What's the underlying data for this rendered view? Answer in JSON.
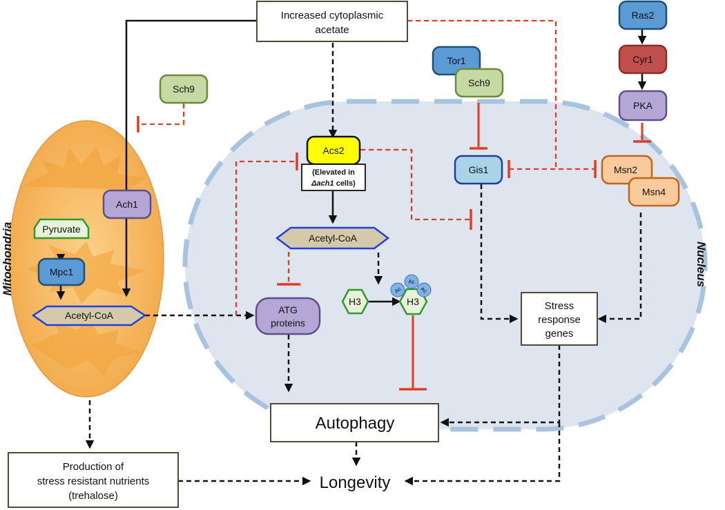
{
  "compartments": {
    "mitochondria": "Mitochondria",
    "nucleus": "Nucleus"
  },
  "nodes": {
    "acetate_line1": "Increased cytoplasmic",
    "acetate_line2": "acetate",
    "ras2": "Ras2",
    "cyr1": "Cyr1",
    "pka": "PKA",
    "tor1": "Tor1",
    "sch9_top": "Sch9",
    "sch9_left": "Sch9",
    "acs2": "Acs2",
    "elevated_line1": "(Elevated in",
    "elevated_italic": "Δach1",
    "elevated_suffix": " cells)",
    "gis1": "Gis1",
    "msn2": "Msn2",
    "msn4": "Msn4",
    "ach1": "Ach1",
    "pyruvate": "Pyruvate",
    "mpc1": "Mpc1",
    "acetyl_coa_mito": "Acetyl-CoA",
    "acetyl_coa_nuc": "Acetyl-CoA",
    "atg_line1": "ATG",
    "atg_line2": "proteins",
    "h3_plain": "H3",
    "h3_acetylated": "H3",
    "ac_mark": "Ac",
    "stress_line1": "Stress",
    "stress_line2": "response",
    "stress_line3": "genes",
    "autophagy": "Autophagy",
    "longevity": "Longevity",
    "production_line1": "Production of",
    "production_line2": "stress resistant nutrients",
    "production_line3": "(trehalose)"
  },
  "colors": {
    "blue_protein": "#5b9bd5",
    "green_protein": "#c5d9a3",
    "red_protein": "#c0504d",
    "purple_protein": "#b4a7d6",
    "orange_protein": "#f9cb9c",
    "yellow_acs2": "#ffff00",
    "light_blue_gis1": "#a9d4e8",
    "nucleus_fill": "#dfe5ef",
    "mito_fill": "#f6b45a",
    "inhibition_red": "#e53a1e"
  }
}
